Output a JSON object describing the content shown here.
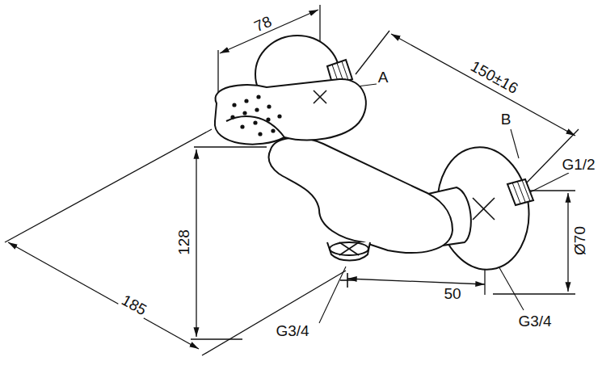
{
  "diagram": {
    "labels": [
      "78",
      "A",
      "150±16",
      "B",
      "G1/2",
      "128",
      "Ø70",
      "185",
      "G3/4",
      "50",
      "G3/4"
    ]
  }
}
